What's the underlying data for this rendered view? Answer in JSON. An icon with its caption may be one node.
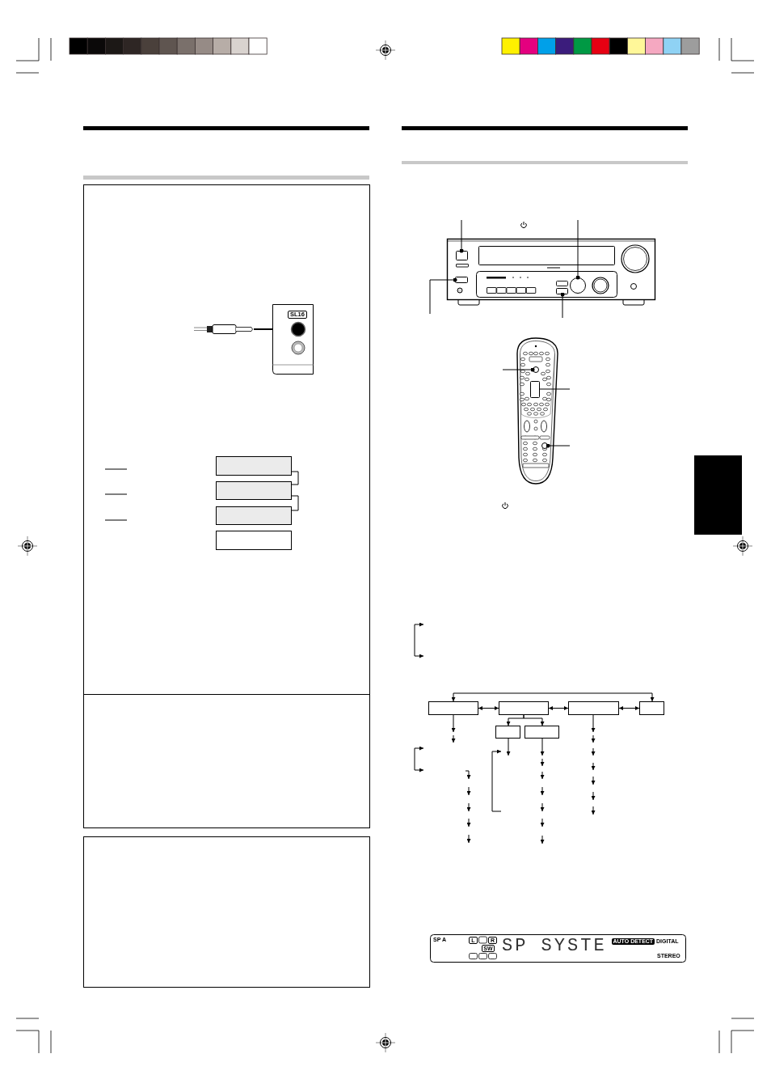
{
  "diagram": {
    "nodes": [
      {
        "text": [],
        "shape": "box"
      },
      {
        "text": [],
        "shape": "box"
      },
      {
        "text": [],
        "shape": "box"
      },
      {
        "text": [],
        "shape": "box"
      },
      {
        "text": [],
        "shape": "box"
      },
      {
        "text": [],
        "shape": "circle"
      },
      {
        "text": [],
        "shape": "box"
      },
      {
        "text": [],
        "shape": "box"
      },
      {
        "text": [],
        "shape": "circle"
      },
      {
        "text": [],
        "shape": "box"
      },
      {
        "text": [],
        "shape": "circle"
      },
      {
        "text": [],
        "shape": "box"
      },
      {
        "text": [],
        "shape": "box"
      },
      {
        "text": [],
        "shape": "box"
      },
      {
        "text": [],
        "shape": "box"
      },
      {
        "text": [],
        "shape": "box"
      },
      {
        "text": [],
        "shape": "box"
      }
    ],
    "edges": [
      {
        "from": 0,
        "to": 1,
        "arrow": "none"
      },
      {
        "from": 1,
        "to": 2,
        "arrow": "none"
      },
      {
        "from": null,
        "to": 4,
        "arrow": "other"
      },
      {
        "from": null,
        "to": 5,
        "arrow": "other"
      },
      {
        "from": null,
        "to": 6,
        "arrow": "other"
      },
      {
        "from": null,
        "to": 7,
        "arrow": "other"
      },
      {
        "from": null,
        "to": 8,
        "arrow": "other"
      },
      {
        "from": null,
        "to": 9,
        "arrow": "none"
      },
      {
        "from": null,
        "to": 10,
        "arrow": "other"
      },
      {
        "from": 11,
        "to": 12,
        "arrow": "both"
      },
      {
        "from": 12,
        "to": 13,
        "arrow": "both"
      },
      {
        "from": 13,
        "to": 14,
        "arrow": "both"
      },
      {
        "from": 11,
        "to": 14,
        "arrow": "both"
      },
      {
        "from": 12,
        "to": 15,
        "arrow": "to"
      },
      {
        "from": 12,
        "to": 16,
        "arrow": "to"
      },
      {
        "from": 11,
        "to": null,
        "arrow": "to"
      },
      {
        "from": 15,
        "to": null,
        "arrow": "to"
      },
      {
        "from": 16,
        "to": null,
        "arrow": "to"
      },
      {
        "from": 13,
        "to": null,
        "arrow": "to"
      }
    ],
    "labels": [
      "SL16",
      "SP A",
      "L",
      "R",
      "SW",
      "SP SYSTE",
      "AUTO DETECT",
      "DIGITAL",
      "STEREO"
    ]
  }
}
